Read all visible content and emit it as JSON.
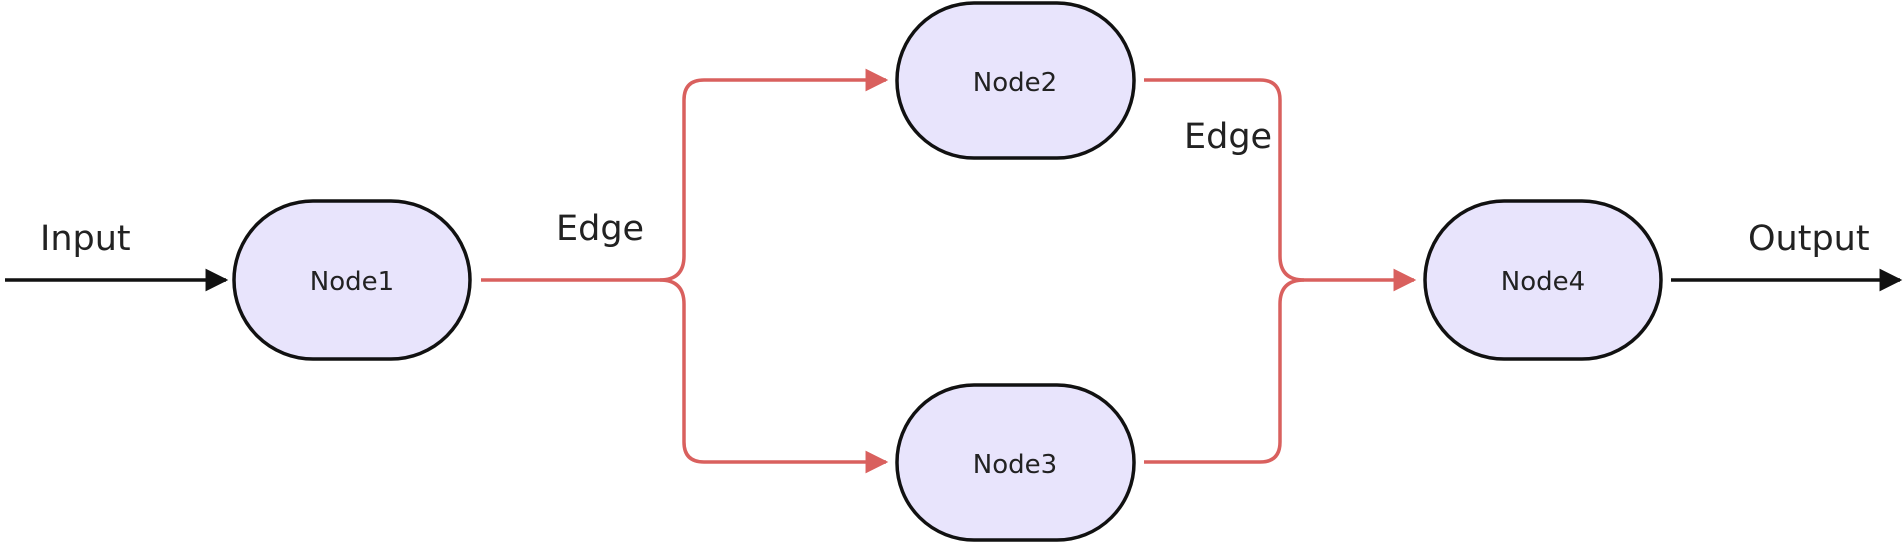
{
  "colors": {
    "node_fill": "#e8e4fc",
    "node_stroke": "#111111",
    "edge": "#d9605e",
    "io_arrow": "#111111"
  },
  "io": {
    "input_label": "Input",
    "output_label": "Output"
  },
  "nodes": [
    {
      "id": "node1",
      "label": "Node1"
    },
    {
      "id": "node2",
      "label": "Node2"
    },
    {
      "id": "node3",
      "label": "Node3"
    },
    {
      "id": "node4",
      "label": "Node4"
    }
  ],
  "edges": [
    {
      "from": "node1",
      "to": "node2"
    },
    {
      "from": "node1",
      "to": "node3"
    },
    {
      "from": "node2",
      "to": "node4"
    },
    {
      "from": "node3",
      "to": "node4"
    }
  ],
  "edge_labels": {
    "fork": "Edge",
    "join": "Edge"
  }
}
